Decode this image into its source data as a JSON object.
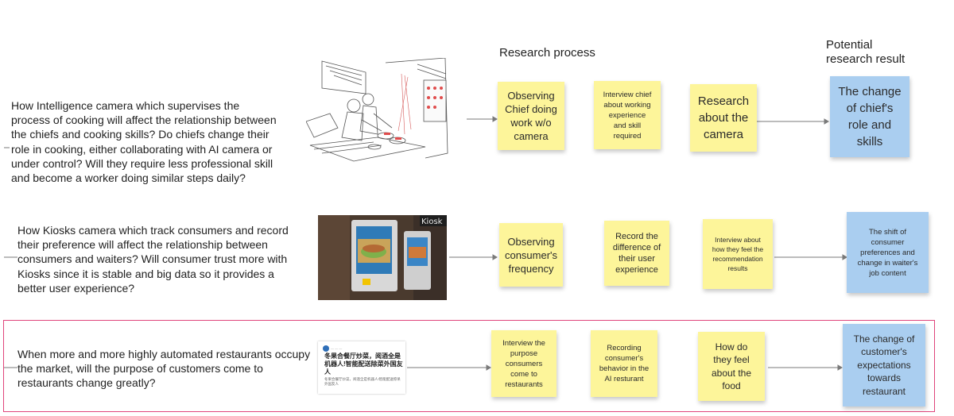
{
  "headers": {
    "research_process": "Research process",
    "potential_result": "Potential\nresearch result"
  },
  "rows": [
    {
      "question": "How Intelligence camera which supervises the process of cooking will affect the relationship between the chiefs and cooking skills? Do chiefs change their role in cooking, either collaborating with AI camera or under control? Will they require less professional skill and become a worker doing similar steps daily?",
      "steps": [
        "Observing\nChief doing\nwork w/o\ncamera",
        "Interview chief\nabout working\nexperience\nand skill\nrequired",
        "Research\nabout the\ncamera"
      ],
      "result": "The change\nof chief's\nrole and\nskills"
    },
    {
      "question": "How Kiosks camera which track consumers and record their preference will affect the relationship between consumers and waiters? Will consumer trust more with Kiosks since it is stable and big data so it provides a better user experience?",
      "steps": [
        "Observing\nconsumer's\nfrequency",
        "Record the\ndifference of\ntheir user\nexperience",
        "Interview about\nhow they feel the\nrecommendation\nresults"
      ],
      "result": "The shift of\nconsumer\npreferences and\nchange in waiter's\njob content"
    },
    {
      "question": "When more and more highly automated restaurants occupy the market, will the purpose of customers come to restaurants change greatly?",
      "steps": [
        "Interview the\npurpose\nconsumers\ncome to\nrestaurants",
        "Recording\nconsumer's\nbehavior in the\nAI resturant",
        "How do\nthey feel\nabout the\nfood"
      ],
      "result": "The change of\ncustomer's\nexpectations\ntowards\nrestaurant"
    }
  ],
  "news": {
    "title": "冬果合餐厅炒菜，阅酒全是机器人!智能配送除菜外国友人",
    "body": "冬果合餐厅炒菜，阅酒全是机器人!智能配送惊呆外国友人"
  },
  "kiosk_sign": "Kiosk",
  "colors": {
    "sticky_yellow": "#fdf59a",
    "sticky_blue": "#aacef0",
    "frame": "#e0457b"
  }
}
